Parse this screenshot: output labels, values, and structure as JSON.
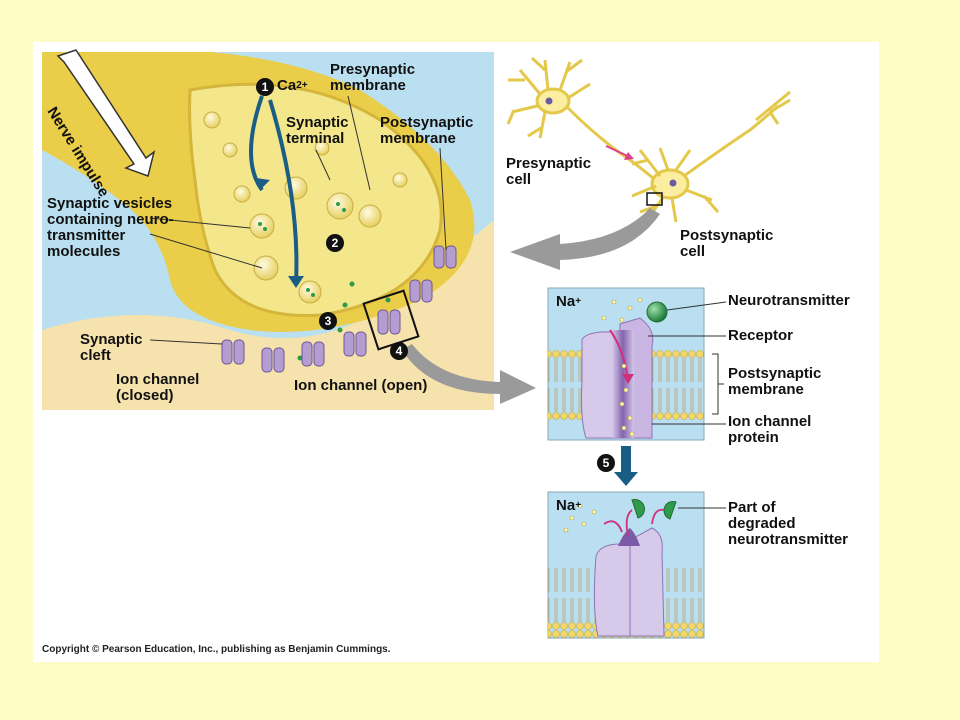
{
  "labels": {
    "nerve_impulse": "Nerve impulse",
    "ca": "Ca",
    "ca_sup": "2+",
    "presynaptic_membrane": "Presynaptic\nmembrane",
    "synaptic_terminal": "Synaptic\nterminal",
    "postsynaptic_membrane": "Postsynaptic\nmembrane",
    "synaptic_vesicles": "Synaptic vesicles\ncontaining neuro-\ntransmitter\nmolecules",
    "synaptic_cleft": "Synaptic\ncleft",
    "ion_channel_closed": "Ion channel\n(closed)",
    "ion_channel_open": "Ion channel (open)",
    "presynaptic_cell": "Presynaptic\ncell",
    "postsynaptic_cell": "Postsynaptic\ncell",
    "na1": "Na",
    "na2": "Na",
    "na_sup": "+",
    "neurotransmitter": "Neurotransmitter",
    "receptor": "Receptor",
    "postsynaptic_membrane_detail": "Postsynaptic\nmembrane",
    "ion_channel_protein": "Ion channel\nprotein",
    "degraded": "Part of\ndegraded\nneurotransmitter"
  },
  "steps": [
    "1",
    "2",
    "3",
    "4",
    "5"
  ],
  "copyright": "Copyright © Pearson Education, Inc., publishing as Benjamin Cummings.",
  "colors": {
    "slide_background": "#fdfcc6",
    "extracellular_blue": "#b9dff1",
    "cytoplasm_yellow": "#f3e68b",
    "terminal_yellow": "#eacd48",
    "postsynaptic_tan": "#f6e2ac",
    "channel_purple": "#b39dd1",
    "arrow_blue": "#1a5e85",
    "neurotransmitter_green": "#2f9a4c"
  }
}
